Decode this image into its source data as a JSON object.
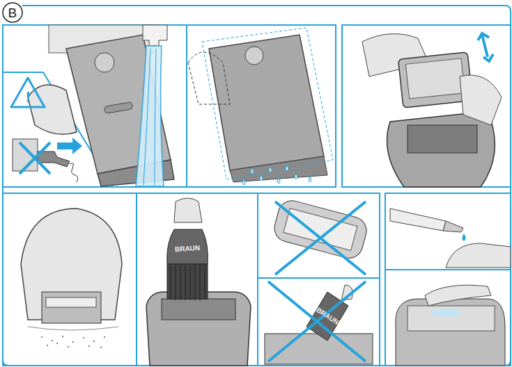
{
  "diagram": {
    "labels": [
      "B",
      "!",
      "BRAUN",
      "BRAUN"
    ]
  }
}
